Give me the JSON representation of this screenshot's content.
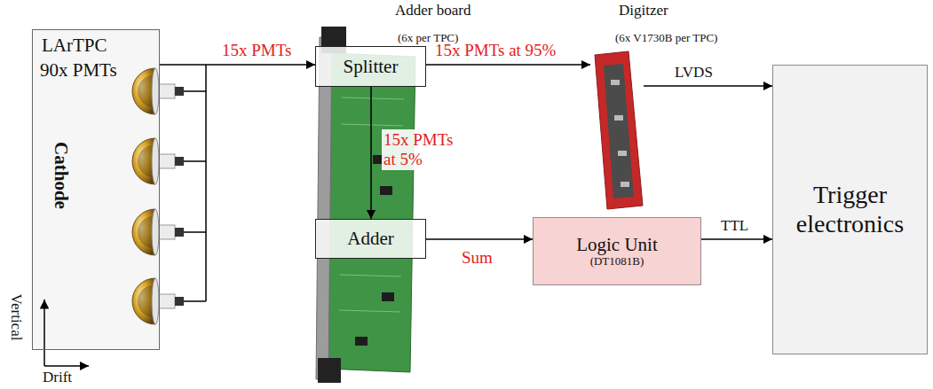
{
  "diagram": {
    "nodes": [
      {
        "text": [
          "LArTPC",
          "90x PMTs",
          "Cathode"
        ]
      },
      {
        "text": [
          "Adder board",
          "(6x per TPC)"
        ]
      },
      {
        "text": [
          "Splitter"
        ],
        "in": 1
      },
      {
        "text": [
          "Adder"
        ],
        "in": 1
      },
      {
        "text": [
          "Digitzer",
          "(6x V1730B per TPC)"
        ]
      },
      {
        "text": [
          "Logic Unit",
          "(DT1081B)"
        ]
      },
      {
        "text": [
          "Trigger electronics"
        ]
      }
    ],
    "edges": [
      {
        "from": 0,
        "to": 2,
        "arrow": "to",
        "label": "15x PMTs"
      },
      {
        "from": 2,
        "to": 4,
        "arrow": "to",
        "label": "15x PMTs at 95%"
      },
      {
        "from": 2,
        "to": 3,
        "arrow": "to",
        "label": "15x PMTs at 5%"
      },
      {
        "from": 3,
        "to": 5,
        "arrow": "to",
        "label": "Sum"
      },
      {
        "from": 4,
        "to": 6,
        "arrow": "to",
        "label": "LVDS"
      },
      {
        "from": 5,
        "to": 6,
        "arrow": "to",
        "label": "TTL"
      }
    ],
    "labels": [
      "Vertical",
      "Drift"
    ]
  }
}
